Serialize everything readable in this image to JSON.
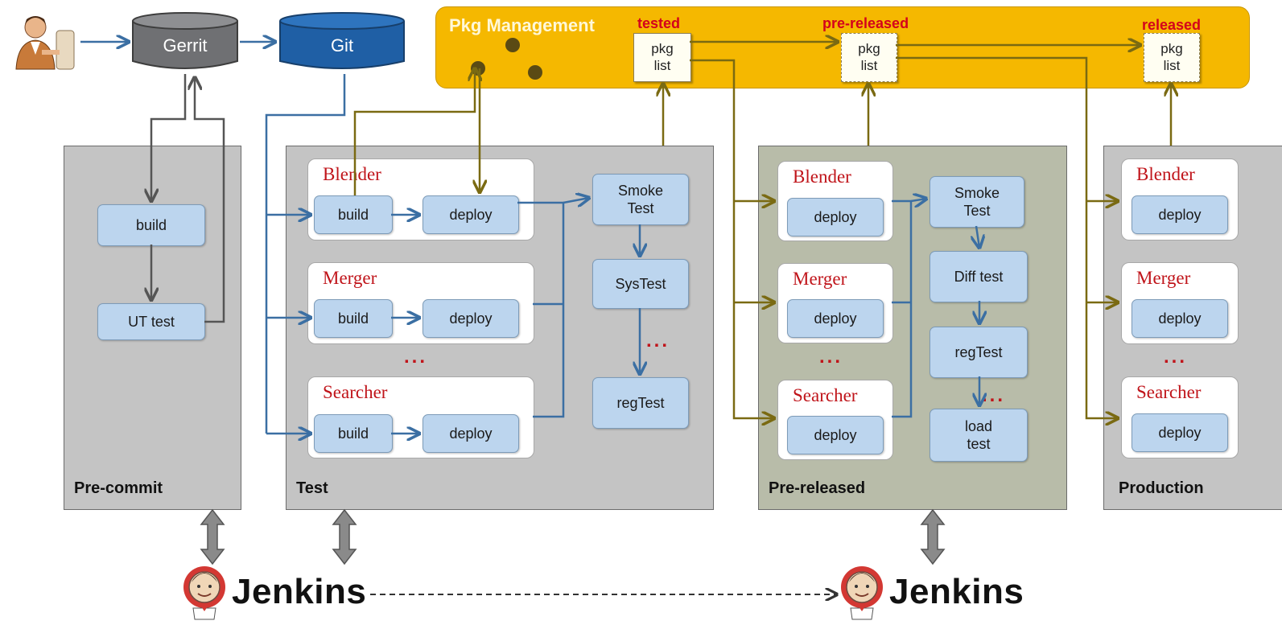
{
  "sources": {
    "gerrit_label": "Gerrit",
    "git_label": "Git"
  },
  "pkg_management": {
    "title": "Pkg Management",
    "stages": [
      {
        "label": "tested",
        "list": "pkg\nlist"
      },
      {
        "label": "pre-released",
        "list": "pkg\nlist"
      },
      {
        "label": "released",
        "list": "pkg\nlist"
      }
    ]
  },
  "precommit": {
    "label": "Pre-commit",
    "build": "build",
    "ut": "UT test"
  },
  "test": {
    "label": "Test",
    "components": [
      {
        "name": "Blender",
        "build": "build",
        "deploy": "deploy"
      },
      {
        "name": "Merger",
        "build": "build",
        "deploy": "deploy"
      },
      {
        "name": "Searcher",
        "build": "build",
        "deploy": "deploy"
      }
    ],
    "ellipsis": "...",
    "smoke": "Smoke\nTest",
    "systest": "SysTest",
    "ellipsis2": "...",
    "regtest": "regTest"
  },
  "prereleased": {
    "label": "Pre-released",
    "components": [
      {
        "name": "Blender",
        "deploy": "deploy"
      },
      {
        "name": "Merger",
        "deploy": "deploy"
      },
      {
        "name": "Searcher",
        "deploy": "deploy"
      }
    ],
    "ellipsis": "...",
    "smoke": "Smoke\nTest",
    "difftest": "Diff test",
    "regtest": "regTest",
    "ellipsis2": "...",
    "loadtest": "load\ntest"
  },
  "production": {
    "label": "Production",
    "components": [
      {
        "name": "Blender",
        "deploy": "deploy"
      },
      {
        "name": "Merger",
        "deploy": "deploy"
      },
      {
        "name": "Searcher",
        "deploy": "deploy"
      }
    ],
    "ellipsis": "..."
  },
  "jenkins": {
    "left_label": "Jenkins",
    "right_label": "Jenkins"
  },
  "colors": {
    "blue_arrow": "#3b6fa3",
    "olive_arrow": "#7a6a12",
    "gray_arrow": "#555555",
    "pkg_panel": "#f5b800",
    "label_red": "#c0141a"
  }
}
